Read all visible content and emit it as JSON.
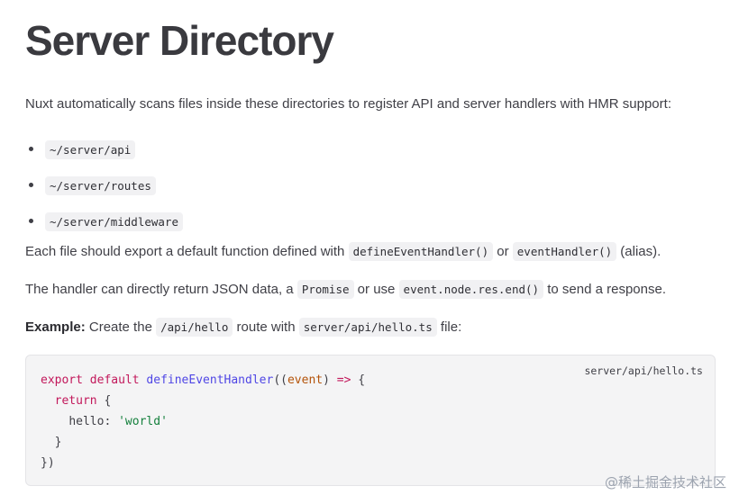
{
  "title": "Server Directory",
  "intro": "Nuxt automatically scans files inside these directories to register API and server handlers with HMR support:",
  "directories": [
    "~/server/api",
    "~/server/routes",
    "~/server/middleware"
  ],
  "para_export": {
    "t1": "Each file should export a default function defined with ",
    "c1": "defineEventHandler()",
    "t2": " or ",
    "c2": "eventHandler()",
    "t3": " (alias)."
  },
  "para_handler": {
    "t1": "The handler can directly return JSON data, a ",
    "c1": "Promise",
    "t2": " or use ",
    "c2": "event.node.res.end()",
    "t3": " to send a response."
  },
  "para_example": {
    "label": "Example:",
    "t1": " Create the ",
    "c1": "/api/hello",
    "t2": " route with ",
    "c2": "server/api/hello.ts",
    "t3": " file:"
  },
  "code": {
    "filename": "server/api/hello.ts",
    "l1_kw1": "export",
    "l1_kw2": "default",
    "l1_fn": "defineEventHandler",
    "l1_open": "((",
    "l1_param": "event",
    "l1_close": ") ",
    "l1_arrow": "=>",
    "l1_brace": " {",
    "l2_kw": "return",
    "l2_brace": " {",
    "l3_key": "hello: ",
    "l3_str": "'world'",
    "l4": "}",
    "l5": "})"
  },
  "watermark": "@稀土掘金技术社区"
}
